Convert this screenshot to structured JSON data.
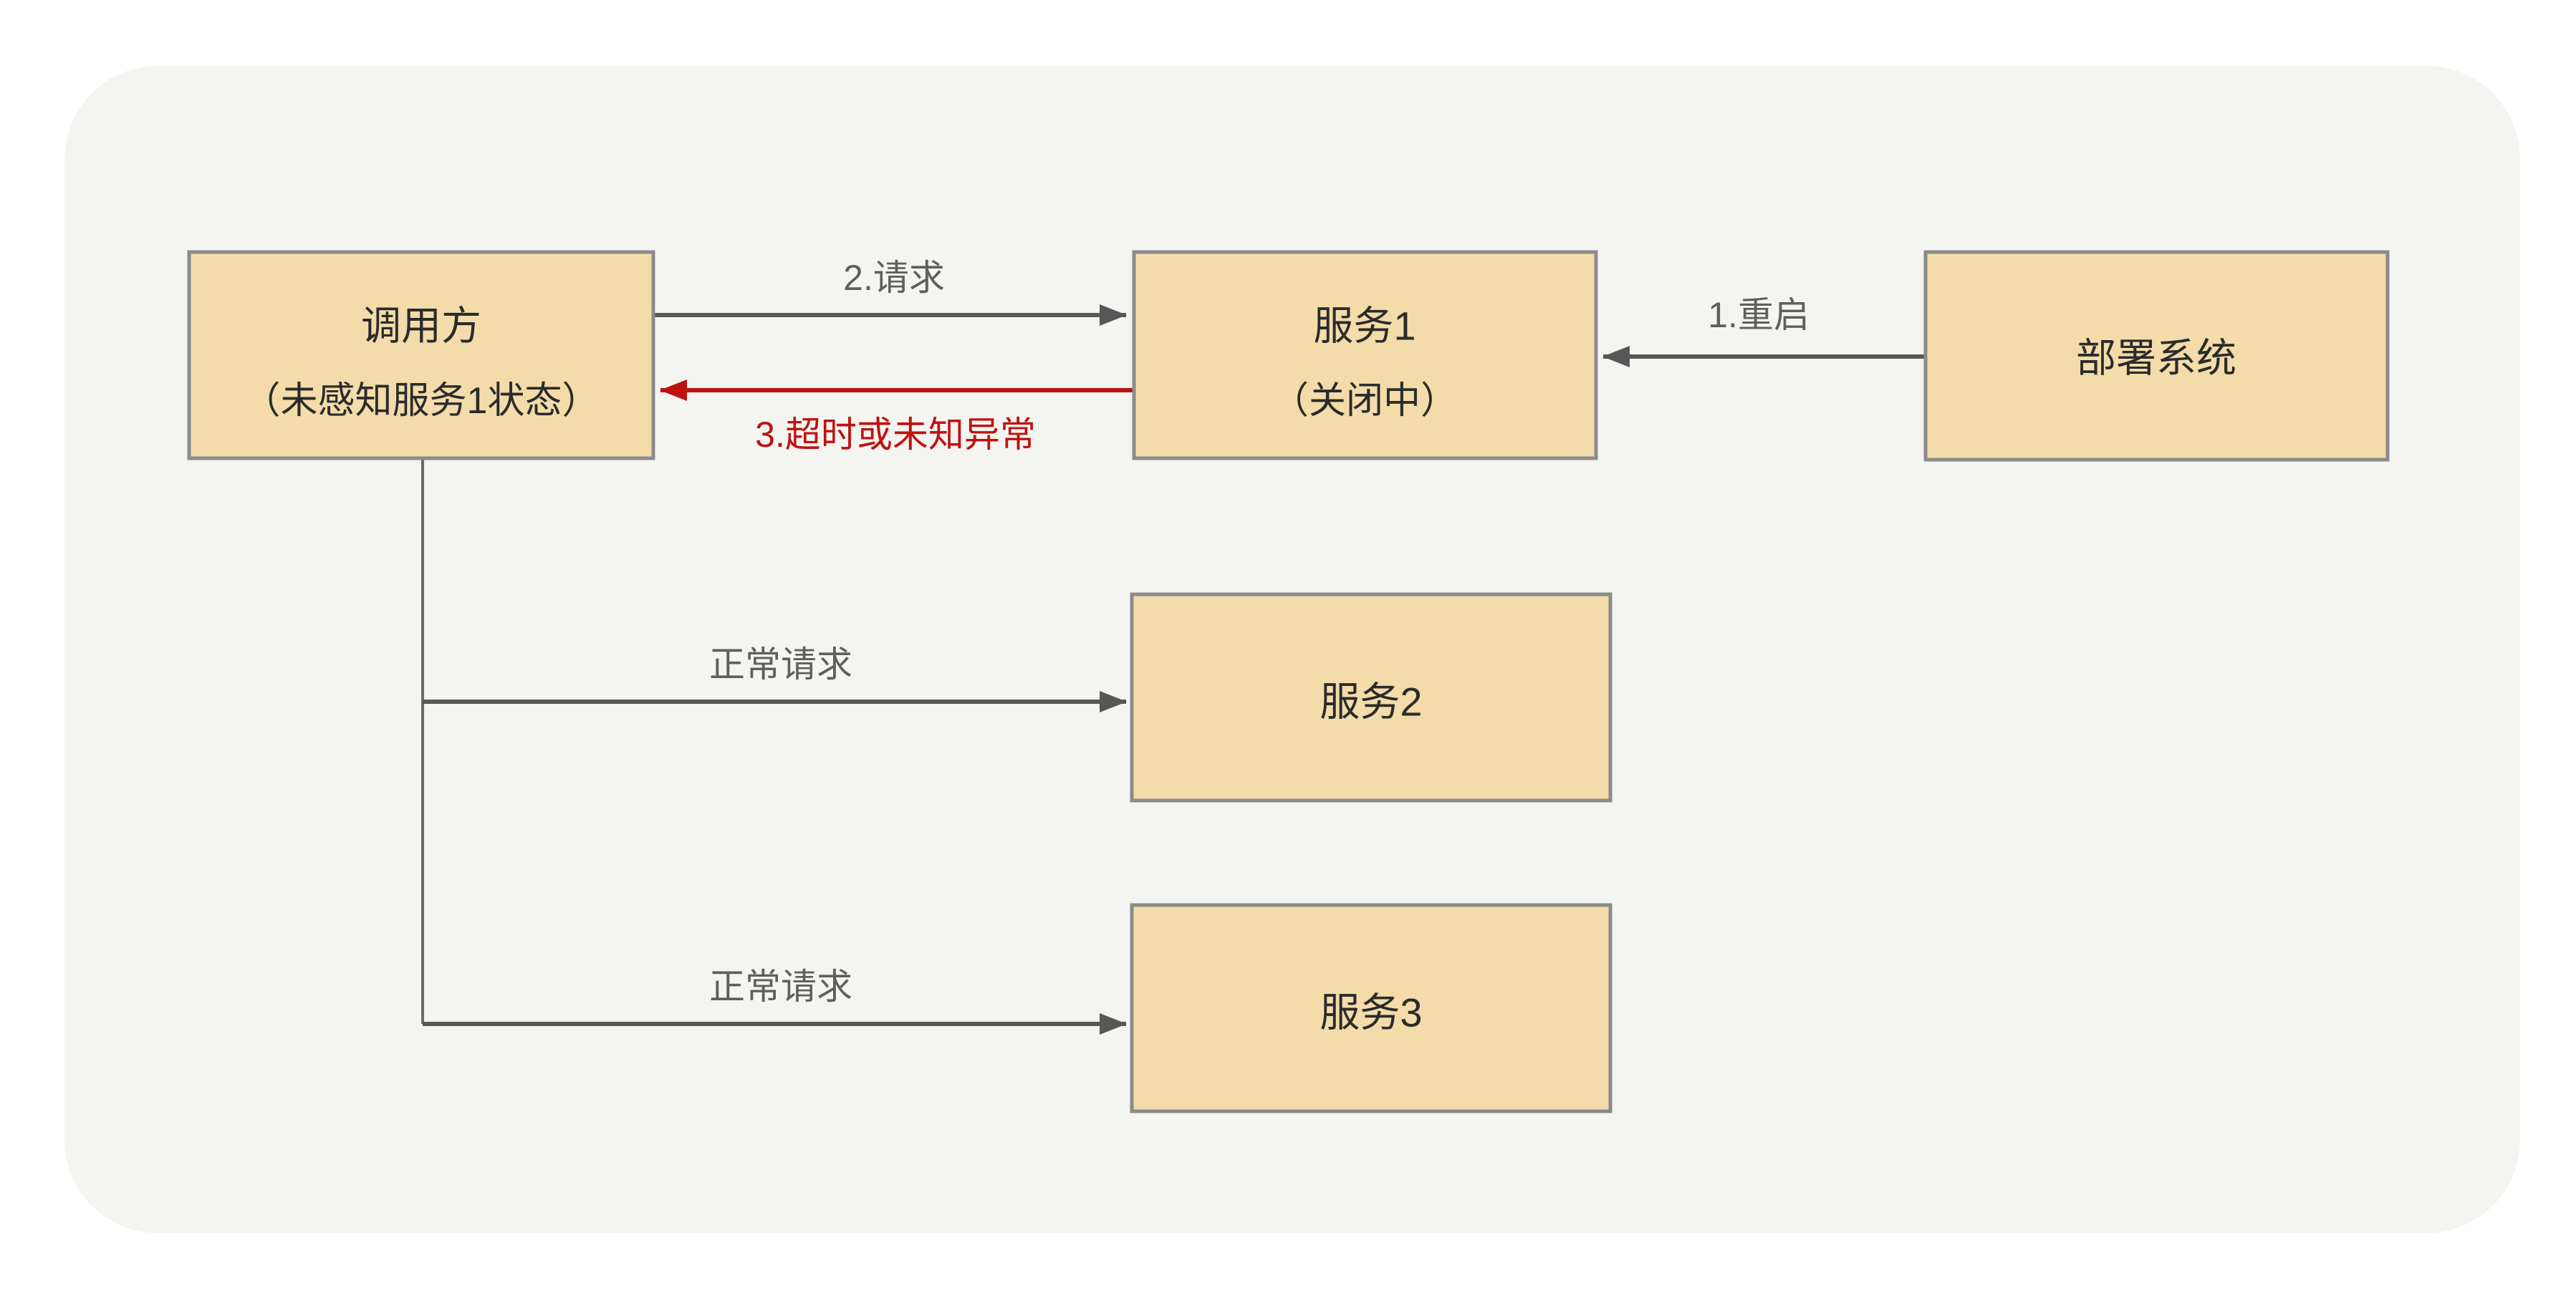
{
  "diagram": {
    "colors": {
      "page_bg": "#ffffff",
      "canvas_bg": "#f4f5f0",
      "node_fill": "#f3dcaa",
      "node_border": "#8b8b8b",
      "node_text": "#2b2b2b",
      "arrow": "#575757",
      "edge_label": "#5f5f5f",
      "error": "#c01111"
    },
    "nodes": [
      {
        "id": "caller",
        "title": "调用方",
        "subtitle": "（未感知服务1状态）"
      },
      {
        "id": "service1",
        "title": "服务1",
        "subtitle": "（关闭中）"
      },
      {
        "id": "deploy-system",
        "title": "部署系统"
      },
      {
        "id": "service2",
        "title": "服务2"
      },
      {
        "id": "service3",
        "title": "服务3"
      }
    ],
    "edges": [
      {
        "id": "restart",
        "label": "1.重启",
        "from": "部署系统",
        "to": "服务1"
      },
      {
        "id": "request",
        "label": "2.请求",
        "from": "调用方",
        "to": "服务1"
      },
      {
        "id": "timeout-error",
        "label": "3.超时或未知异常",
        "from": "服务1",
        "to": "调用方"
      },
      {
        "id": "normal-request-service2",
        "label": "正常请求",
        "from": "调用方",
        "to": "服务2"
      },
      {
        "id": "normal-request-service3",
        "label": "正常请求",
        "from": "调用方",
        "to": "服务3"
      }
    ]
  }
}
